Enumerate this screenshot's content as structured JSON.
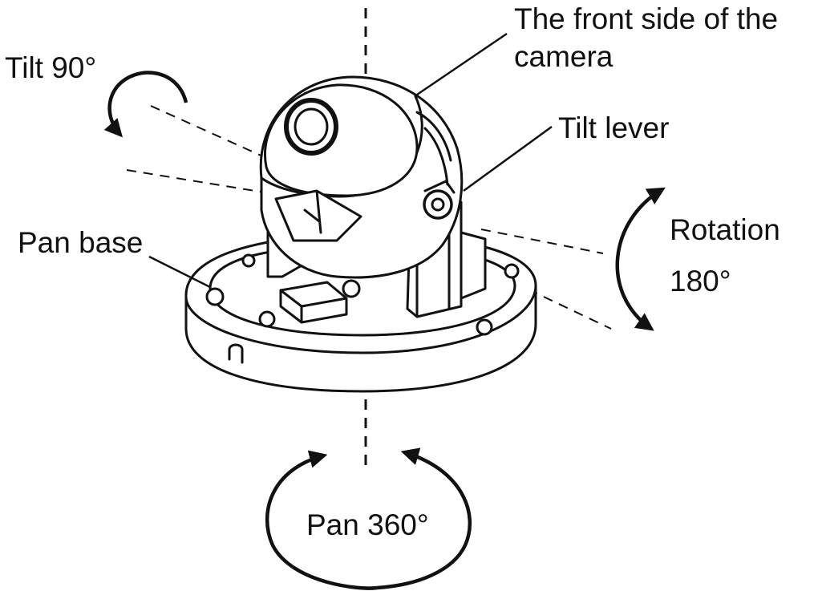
{
  "labels": {
    "front_side_line1": "The front side of the",
    "front_side_line2": "camera",
    "tilt": "Tilt 90°",
    "tilt_lever": "Tilt lever",
    "rotation_line1": "Rotation",
    "rotation_line2": "180°",
    "pan_base": "Pan base",
    "pan": "Pan 360°"
  },
  "colors": {
    "ink": "#111111",
    "background": "#ffffff"
  }
}
